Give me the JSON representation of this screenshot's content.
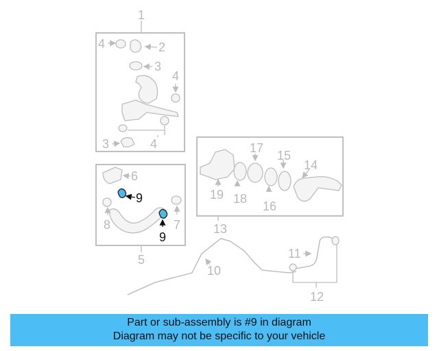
{
  "callouts": {
    "c1": "1",
    "c2": "2",
    "c3a": "3",
    "c3b": "3",
    "c4a": "4",
    "c4b": "4",
    "c4c": "4",
    "c5": "5",
    "c6": "6",
    "c7": "7",
    "c8": "8",
    "c9a": "9",
    "c9b": "9",
    "c10": "10",
    "c11": "11",
    "c12": "12",
    "c13": "13",
    "c14": "14",
    "c15": "15",
    "c16": "16",
    "c17": "17",
    "c18": "18",
    "c19": "19"
  },
  "highlighted_part": "9",
  "banner": {
    "line1": "Part or sub-assembly is #9 in diagram",
    "line2": "Diagram may not be specific to your vehicle"
  },
  "colors": {
    "banner_bg": "#4dbdf5",
    "highlight_fill": "#4fb8e8",
    "part_line": "#bdbdbd"
  }
}
